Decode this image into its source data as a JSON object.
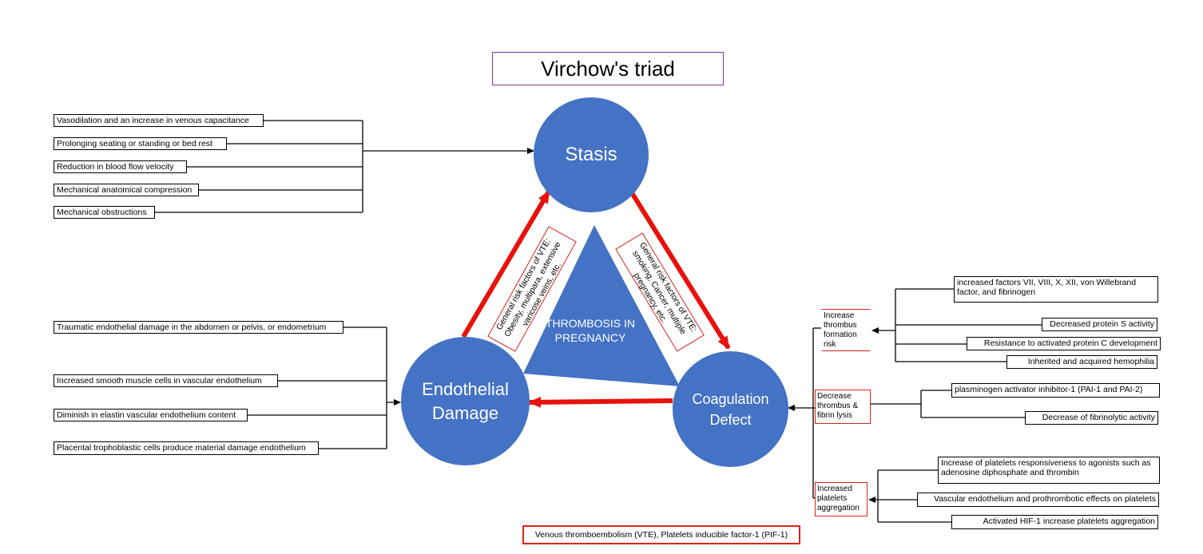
{
  "title": "Virchow's triad",
  "center_label": "THROMBOSIS IN PREGNANCY",
  "nodes": {
    "stasis": "Stasis",
    "endothelial": "Endothelial Damage",
    "coagulation": "Coagulation Defect"
  },
  "side_labels": {
    "left": "General risk factors of VTE: Obesity, multipara, extensive varicose veins, etc.",
    "right": "General risk factors of VTE: smoking, Cancer, multiple pregnancy, etc."
  },
  "stasis_factors": [
    "Vasodilation and an increase in venous capacitance",
    "Prolonging seating or standing or bed rest",
    "Reduction in blood flow velocity",
    "Mechanical anatomical compression",
    "Mechanical obstructions"
  ],
  "endothelial_factors": [
    "Traumatic endothelial damage in the abdomen or pelvis, or endometrium",
    "Increased smooth muscle cells in vascular endothelium",
    "Diminish in elastin vascular endothelium content",
    "Placental trophoblastic cells produce material damage endothelium"
  ],
  "coagulation_groups": [
    {
      "label": "Increase thrombus formation risk",
      "items": [
        "increased factors VII, VIII, X, XII, von Willebrand factor, and fibrinogen",
        "Decreased protein S activity",
        "Resistance to activated protein C development",
        "Inherited and acquired hemophilia"
      ]
    },
    {
      "label": "Decrease thrombus & fibrin lysis",
      "items": [
        "plasminogen activator inhibitor-1 (PAI-1 and PAI-2)",
        "Decrease of fibrinolytic activity"
      ]
    },
    {
      "label": "Increased platelets aggregation",
      "items": [
        "Increase of platelets responsiveness to agonists such as adenosine diphosphate and thrombin",
        "Vascular endothelium and prothrombotic effects on platelets",
        "Activated HIF-1 increase platelets aggregation"
      ]
    }
  ],
  "legend": "Venous thromboembolism (VTE), Platelets inducible factor-1 (PIF-1)",
  "colors": {
    "node": "#4472c4",
    "arrow": "#e8120c",
    "title_border": "#7a3b8f",
    "label_border": "#d9241c"
  }
}
